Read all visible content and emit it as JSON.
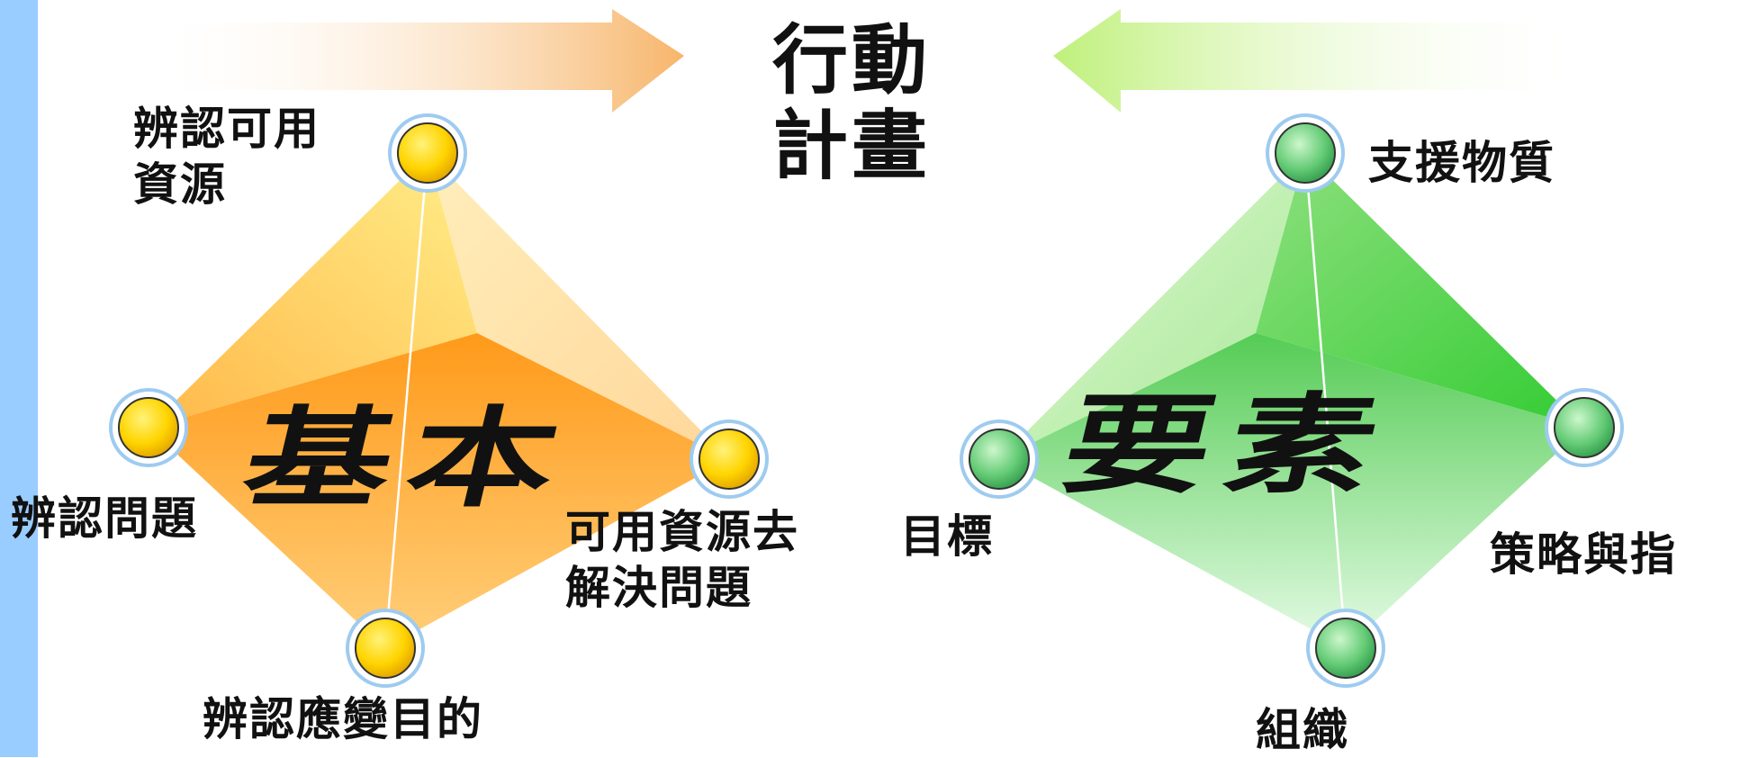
{
  "title": "行動\n計畫",
  "left_diagram": {
    "center_text": "基本",
    "nodes": {
      "top": "辨認可用\n資源",
      "left": "辨認問題",
      "right": "可用資源去\n解決問題",
      "bottom": "辨認應變目的"
    }
  },
  "right_diagram": {
    "center_text": "要素",
    "nodes": {
      "top": "支援物質",
      "left": "目標",
      "right": "策略與指",
      "bottom": "組織"
    }
  },
  "colors": {
    "sidebar": "#99ccff",
    "left_accent": "#ff9a1a",
    "right_accent": "#33cc33",
    "left_node": "#ffd400",
    "right_node": "#55cc77"
  }
}
